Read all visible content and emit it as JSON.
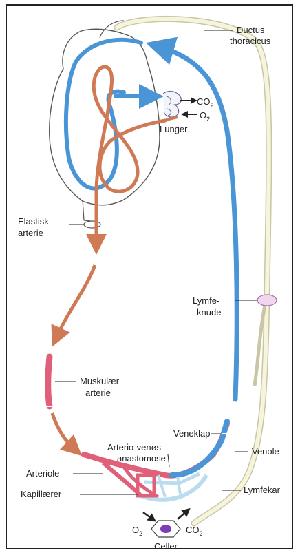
{
  "labels": {
    "ductus_1": "Ductus",
    "ductus_2": "thoracicus",
    "co2_top": "CO",
    "o2_top": "O",
    "sub_2": "2",
    "lunger": "Lunger",
    "elastisk_1": "Elastisk",
    "elastisk_2": "arterie",
    "lymfeknude_1": "Lymfe-",
    "lymfeknude_2": "knude",
    "muskulaer_1": "Muskulær",
    "muskulaer_2": "arterie",
    "veneklap": "Veneklap",
    "arteriovenos_1": "Arterio-venøs",
    "arteriovenos_2": "anastomose",
    "venole": "Venole",
    "arteriole": "Arteriole",
    "kapillaerer": "Kapillærer",
    "lymfekar": "Lymfekar",
    "o2_bottom": "O",
    "co2_bottom": "CO",
    "celler": "Celler"
  },
  "colors": {
    "venous": "#4a95d6",
    "arterial": "#cf7a55",
    "arteriole": "#e0607a",
    "capillary_light": "#b9dcef",
    "lymph": "#f3f0d4",
    "cell": "#7a3fb5"
  }
}
